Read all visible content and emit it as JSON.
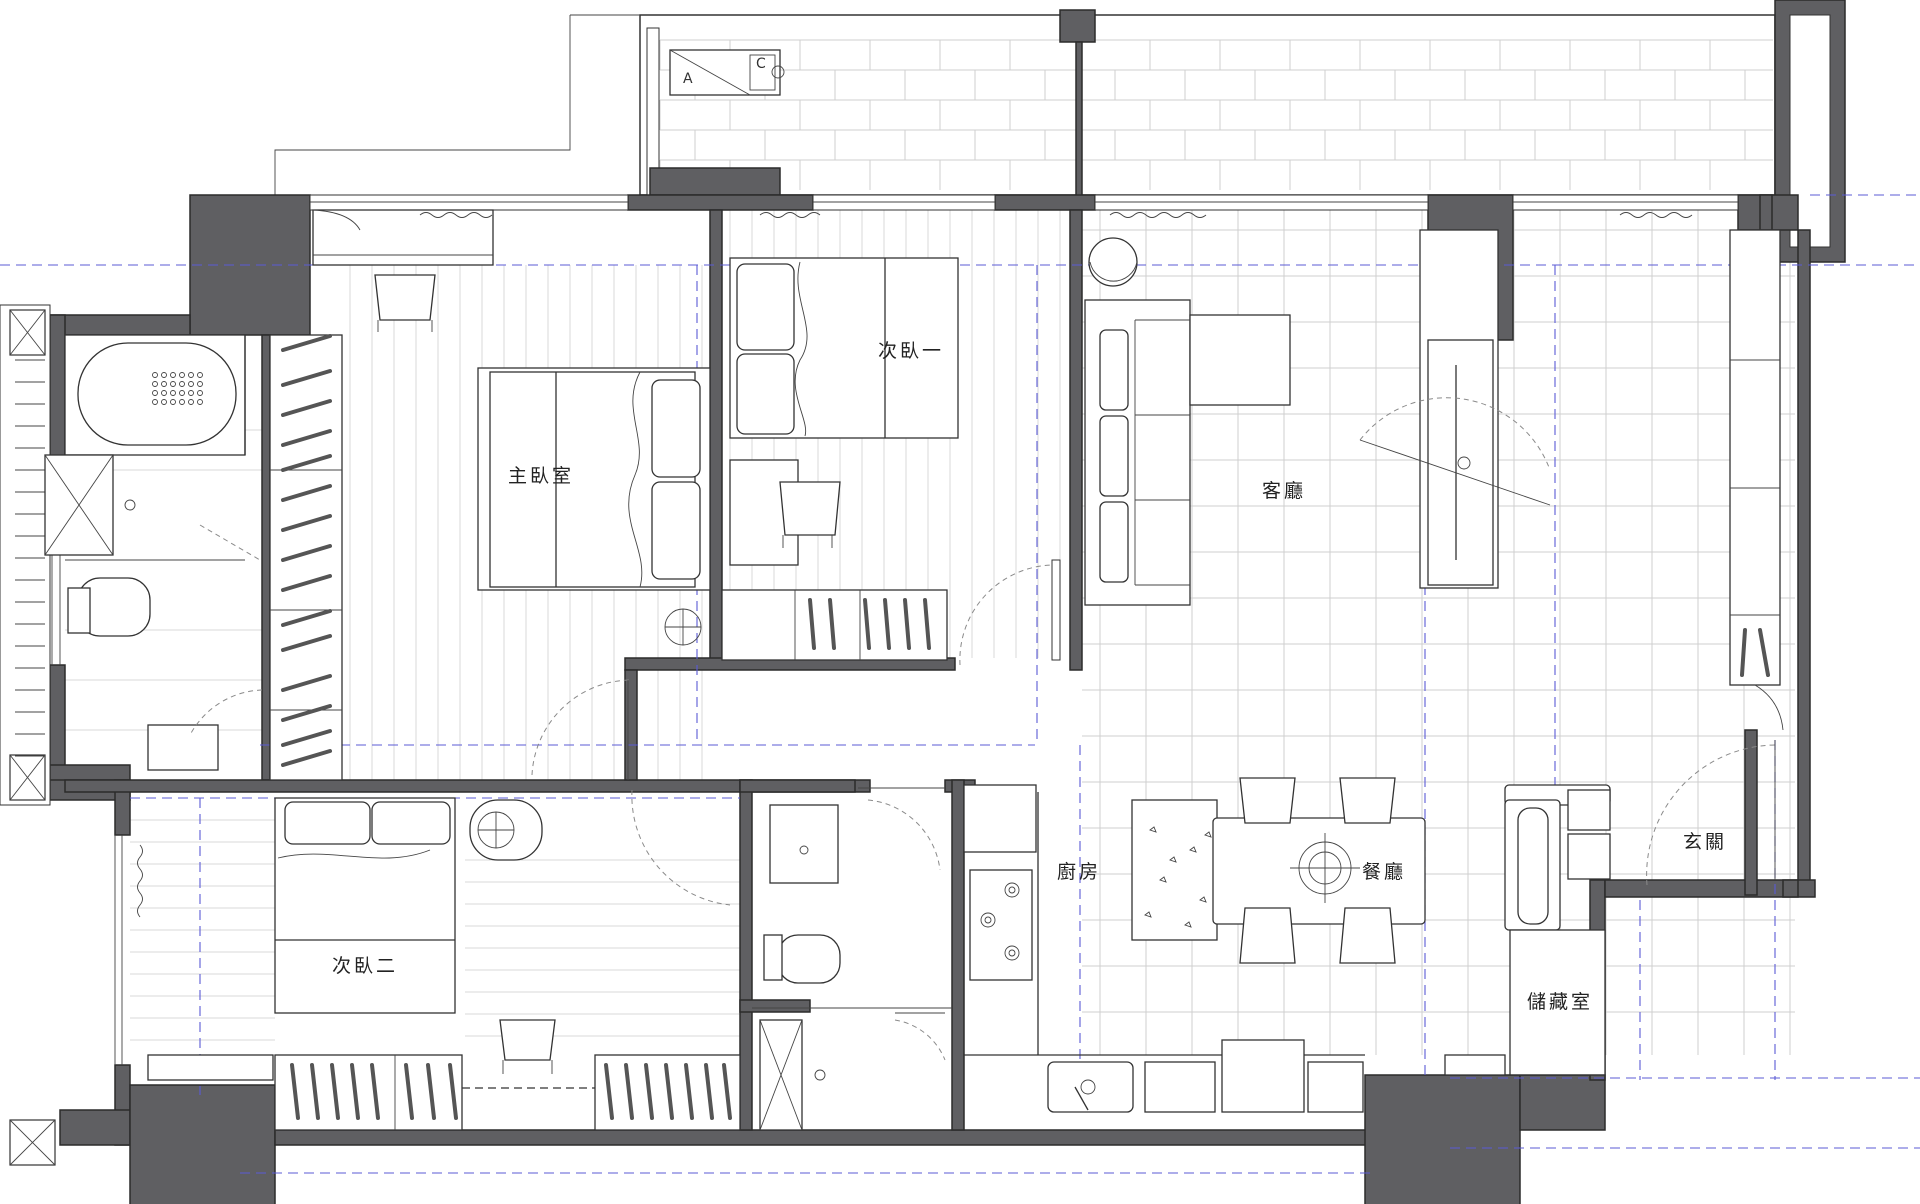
{
  "rooms": {
    "master_bedroom": "主臥室",
    "bedroom_one": "次臥一",
    "bedroom_two": "次臥二",
    "living_room": "客廳",
    "kitchen": "廚房",
    "dining_room": "餐廳",
    "entrance": "玄關",
    "storage": "儲藏室"
  },
  "ac_unit": {
    "label_a": "A",
    "label_c": "C"
  },
  "colors": {
    "wall": "#5f5f62",
    "line": "#333333",
    "grid_dashed": "#5b5bd6",
    "tile_grid": "#cfcfcf"
  }
}
